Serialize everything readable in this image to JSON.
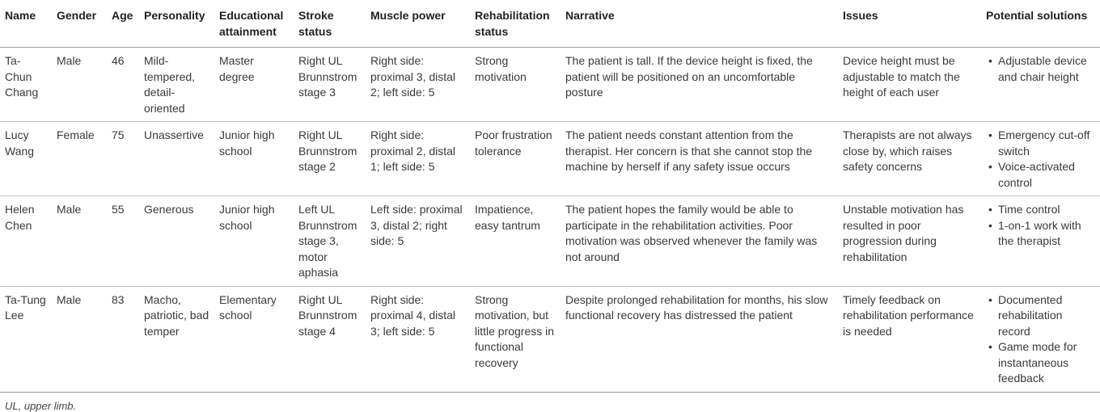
{
  "table": {
    "headers": [
      "Name",
      "Gender",
      "Age",
      "Personality",
      "Educational attainment",
      "Stroke status",
      "Muscle power",
      "Rehabilitation status",
      "Narrative",
      "Issues",
      "Potential solutions"
    ],
    "rows": [
      {
        "name": "Ta-Chun Chang",
        "gender": "Male",
        "age": "46",
        "personality": "Mild-tempered, detail-oriented",
        "education": "Master degree",
        "stroke": "Right UL Brunnstrom stage 3",
        "muscle": "Right side: proximal 3, distal 2; left side: 5",
        "rehab": "Strong motivation",
        "narrative": "The patient is tall. If the device height is fixed, the patient will be positioned on an uncomfortable posture",
        "issues": "Device height must be adjustable to match the height of each user",
        "solutions": [
          "Adjustable device and chair height"
        ]
      },
      {
        "name": "Lucy Wang",
        "gender": "Female",
        "age": "75",
        "personality": "Unassertive",
        "education": "Junior high school",
        "stroke": "Right UL Brunnstrom stage 2",
        "muscle": "Right side: proximal 2, distal 1; left side: 5",
        "rehab": "Poor frustration tolerance",
        "narrative": "The patient needs constant attention from the therapist. Her concern is that she cannot stop the machine by herself if any safety issue occurs",
        "issues": "Therapists are not always close by, which raises safety concerns",
        "solutions": [
          "Emergency cut-off switch",
          "Voice-activated control"
        ]
      },
      {
        "name": "Helen Chen",
        "gender": "Male",
        "age": "55",
        "personality": "Generous",
        "education": "Junior high school",
        "stroke": "Left UL Brunnstrom stage 3, motor aphasia",
        "muscle": "Left side: proximal 3, distal 2; right side: 5",
        "rehab": "Impatience, easy tantrum",
        "narrative": "The patient hopes the family would be able to participate in the rehabilitation activities. Poor motivation was observed whenever the family was not around",
        "issues": "Unstable motivation has resulted in poor progression during rehabilitation",
        "solutions": [
          "Time control",
          "1-on-1 work with the therapist"
        ]
      },
      {
        "name": "Ta-Tung Lee",
        "gender": "Male",
        "age": "83",
        "personality": "Macho, patriotic, bad temper",
        "education": "Elementary school",
        "stroke": "Right UL Brunnstrom stage 4",
        "muscle": "Right side: proximal 4, distal 3; left side: 5",
        "rehab": "Strong motivation, but little progress in functional recovery",
        "narrative": "Despite prolonged rehabilitation for months, his slow functional recovery has distressed the patient",
        "issues": "Timely feedback on rehabilitation performance is needed",
        "solutions": [
          "Documented rehabilitation record",
          "Game mode for instantaneous feedback"
        ]
      }
    ]
  },
  "footnote": "UL, upper limb."
}
